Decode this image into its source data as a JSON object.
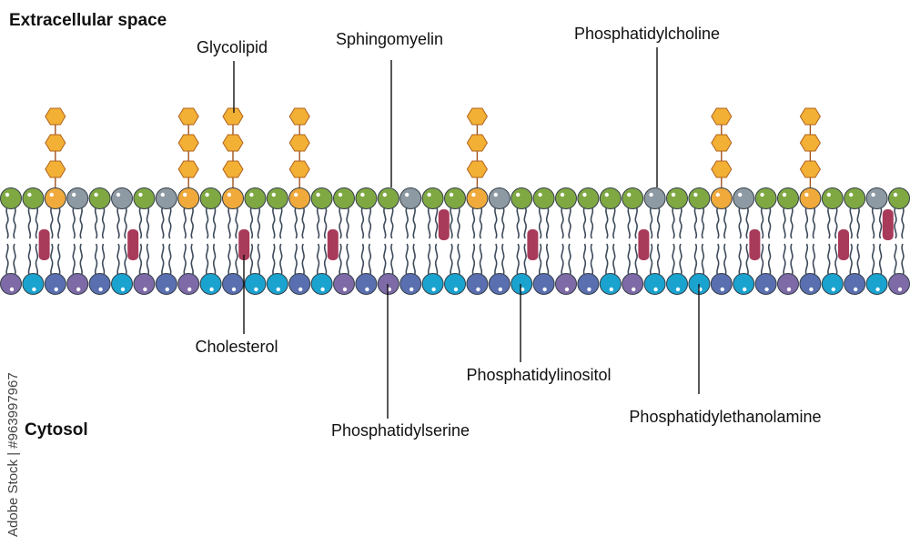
{
  "regions": {
    "extracellular": "Extracellular space",
    "cytosol": "Cytosol"
  },
  "labels": {
    "glycolipid": "Glycolipid",
    "sphingomyelin": "Sphingomyelin",
    "phosphatidylcholine": "Phosphatidylcholine",
    "cholesterol": "Cholesterol",
    "phosphatidylinositol": "Phosphatidylinositol",
    "phosphatidylserine": "Phosphatidylserine",
    "phosphatidylethanolamine": "Phosphatidylethanolamine"
  },
  "watermark": "Adobe Stock | #963997967",
  "colors": {
    "phosphatidylcholine_head": "#7fa843",
    "sphingomyelin_head": "#8e9aa3",
    "glycolipid_head": "#f0a93b",
    "sugar": "#f2b035",
    "cholesterol": "#a83a5a",
    "phosphatidylserine_head": "#7d6aa6",
    "phosphatidylethanolamine_head": "#1aa3cf",
    "phosphatidylinositol_head": "#5a6fb0",
    "tail": "#3d4a5a"
  },
  "outer_leaflet": [
    "PC",
    "PC",
    "GL",
    "SM",
    "PC",
    "SM",
    "PC",
    "SM",
    "GL",
    "PC",
    "GL",
    "PC",
    "PC",
    "GL",
    "PC",
    "PC",
    "PC",
    "PC",
    "SM",
    "PC",
    "PC",
    "GL",
    "SM",
    "PC",
    "PC",
    "PC",
    "PC",
    "PC",
    "PC",
    "SM",
    "PC",
    "PC",
    "GL",
    "SM",
    "PC",
    "PC",
    "GL",
    "PC",
    "PC",
    "SM",
    "PC"
  ],
  "inner_leaflet": [
    "PS",
    "PE",
    "PI",
    "PS",
    "PI",
    "PE",
    "PS",
    "PI",
    "PS",
    "PE",
    "PI",
    "PE",
    "PE",
    "PI",
    "PE",
    "PS",
    "PI",
    "PS",
    "PI",
    "PE",
    "PE",
    "PI",
    "PI",
    "PE",
    "PI",
    "PS",
    "PI",
    "PE",
    "PS",
    "PE",
    "PE",
    "PE",
    "PI",
    "PE",
    "PI",
    "PS",
    "PI",
    "PE",
    "PI",
    "PE",
    "PS"
  ],
  "glycolipid_chains": [
    {
      "position": 2,
      "sugars": 3
    },
    {
      "position": 8,
      "sugars": 3
    },
    {
      "position": 10,
      "sugars": 3
    },
    {
      "position": 13,
      "sugars": 3
    },
    {
      "position": 21,
      "sugars": 3
    },
    {
      "position": 32,
      "sugars": 3
    },
    {
      "position": 36,
      "sugars": 3
    }
  ],
  "cholesterol": [
    {
      "position": 1.5,
      "leaflet": "inner"
    },
    {
      "position": 5.5,
      "leaflet": "inner"
    },
    {
      "position": 10.5,
      "leaflet": "inner"
    },
    {
      "position": 14.5,
      "leaflet": "inner"
    },
    {
      "position": 19.5,
      "leaflet": "outer"
    },
    {
      "position": 23.5,
      "leaflet": "inner"
    },
    {
      "position": 28.5,
      "leaflet": "inner"
    },
    {
      "position": 33.5,
      "leaflet": "inner"
    },
    {
      "position": 37.5,
      "leaflet": "inner"
    },
    {
      "position": 39.5,
      "leaflet": "outer"
    }
  ]
}
